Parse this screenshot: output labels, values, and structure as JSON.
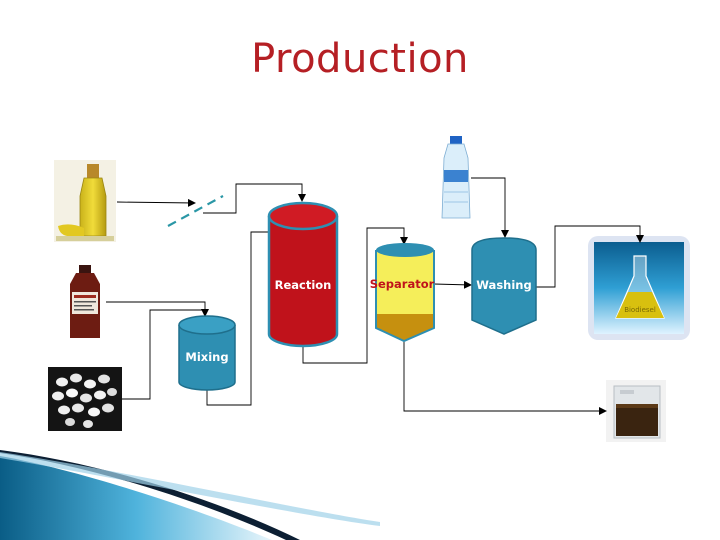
{
  "title": "Production",
  "nodes": {
    "reaction": "Reaction",
    "separator": "Separator",
    "washing": "Washing",
    "mixing": "Mixing"
  },
  "product_flask_label": "Biodiesel",
  "icons": {
    "vegetable_oil": "oil-bottle-icon",
    "methanol": "methanol-bottle-icon",
    "catalyst": "catalyst-pellets-icon",
    "water": "water-bottle-icon",
    "biodiesel": "biodiesel-flask-icon",
    "glycerin": "glycerin-beaker-icon"
  },
  "colors": {
    "title": "#b51f24",
    "reaction_tank": "#c0121b",
    "tank_teal": "#2e8fb2",
    "separator_top": "#f5ee5a",
    "separator_bottom": "#c6900f",
    "arrow": "#000000",
    "dashed_line": "#2a97a6"
  }
}
